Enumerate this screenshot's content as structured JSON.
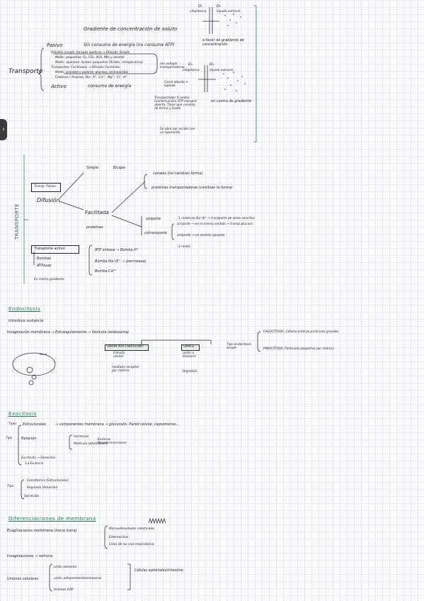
{
  "transporte": {
    "title": "Transporte",
    "pasivo": "Pasivo",
    "pasivo_desc": "Sin consumo de energía (no consume ATP)",
    "gradiente_title": "Gradiente de concentración de soluto",
    "favor": "a favor de gradiente de concentración",
    "d1": "D₁",
    "d2": "D₂",
    "citoplasma": "citoplasma",
    "liquido_extra": "líquido extracel.",
    "difusion_line": "Difusión simple: bicapas lipídicas → Difusión Simple",
    "mol_pequenas": "Moléc. pequeñas: O₂, CO₂, N₂O, NH₃ y alcohol",
    "mol_apolares": "Moléc. apolares: lípidos, pequeños (Ácidos, nitroglicerina)",
    "facilitada_line": "Transportes: Facilitados → Difusión Facilitada",
    "mol_grandes": "Moléc. grandes y polares: glucosa, aminoácidos",
    "cationes": "Cationes / Aniones: Na⁺, K⁺, Ca²⁺, Mg²⁺, Cl⁻, H⁺",
    "no_voltaje": "(no voltaje) transportadoras",
    "canal_abierto": "Canal abierto + ligando",
    "activo": "Activo",
    "activo_desc": "consumo de energía",
    "bomba": "Transportador (Cambia Conformación) ATP siempre abierta. Tiene que cambiar de forma y Gasto",
    "no_abre": "Se abre por acción con un ligamento",
    "contra": "en contra de gradiente"
  },
  "section2": {
    "sidebar": "TRANSPORTE",
    "simple": "Simple",
    "bicapa": "Bicapa",
    "transp_pasivo": "Transp. Pasivo",
    "difusion": "Difusión",
    "canales": "canales (no cambian forma)",
    "proteinas_transp": "proteínas transportadoras (cambian la forma)",
    "facilitada": "Facilitada",
    "proteinas": "proteínas",
    "uniporte": "uniporte",
    "uniporte_desc": "1 molécula Na⁺/K⁺ → transporte de iones sencillos",
    "cotransporte": "cotransporte",
    "simporte": "simporte → en el mismo sentido → transp glucosa",
    "antiporte": "antiporte → en sentido opuesto",
    "dos_moles": "2 moléc.",
    "transp_activo": "Transporte activo",
    "bombas": "Bombas",
    "atpasas": "ATPasas",
    "en_contra": "En contra gradiente",
    "atp_line": "ATP sintasa → Bomba H⁺",
    "bomba_na": "Bomba Na⁺/K⁺ → (permeasa)",
    "bomba_ca": "Bomba Ca²⁺"
  },
  "endocitosis": {
    "title": "Endocitosis",
    "introduce": "Introduce sustancia",
    "invaginacion": "Invaginación membrana → Estrangulamiento → Vesícula (endosoma)",
    "union_lisosoma": "UNIÓN POR ENDOSOMA",
    "transito": "tránsito celular",
    "mediada": "mediada receptor por clatrina",
    "simple": "SIMPLE",
    "union_lis": "unión a lisosoma",
    "digestion": "Digestión",
    "tipo": "Tipo endocitosis simple",
    "fagocitosis": "FAGOCITOSIS: Células enteras partículas grandes",
    "pinocitosis": "PINOCITOSIS: Partículas pequeñas por clatrina"
  },
  "exocitosis": {
    "title": "Exocitosis",
    "tipos": "Tipos",
    "estructurales": "Estructurales",
    "estructurales_desc": "→ componentes membrana → glucocalix. Pared celular, capsómeros...",
    "tipo_label": "Tipo",
    "relacion": "Relación",
    "hormonas": "hormonas",
    "moleculas": "Molécula señalizadora",
    "enzimas": "Enzimas Neurotransmisores",
    "excrecion": "Excreción → Desechos",
    "la_escencia": "La Escencia",
    "constitutiva": "Constitutiva (Estructurales)",
    "regulada": "Regulada (Relación)",
    "secrecion": "Secreción"
  },
  "diferenciaciones": {
    "title": "Diferenciaciones de membrana",
    "evaginaciones": "Evaginaciones membrana (hacia fuera)",
    "microvellosidades": "Microvellosidades intestinales",
    "estereocilios": "Estereocilios",
    "cilios": "Cilios de las vías respiratorias",
    "invaginaciones": "Invaginaciones → nefrona",
    "uniones": "Uniones celulares",
    "union_estrecha": "unión estrecha",
    "union_adherente": "unión adherentes/desmosomas",
    "uniones_gap": "Uniones GAP",
    "celulas_epiteliales": "Células epiteliales/intestino"
  },
  "ui": {
    "side_tab_glyph": "›"
  },
  "colors": {
    "green": "#1f7a54",
    "grid": "#e7e9ee",
    "highlight": "#e3efe6"
  }
}
